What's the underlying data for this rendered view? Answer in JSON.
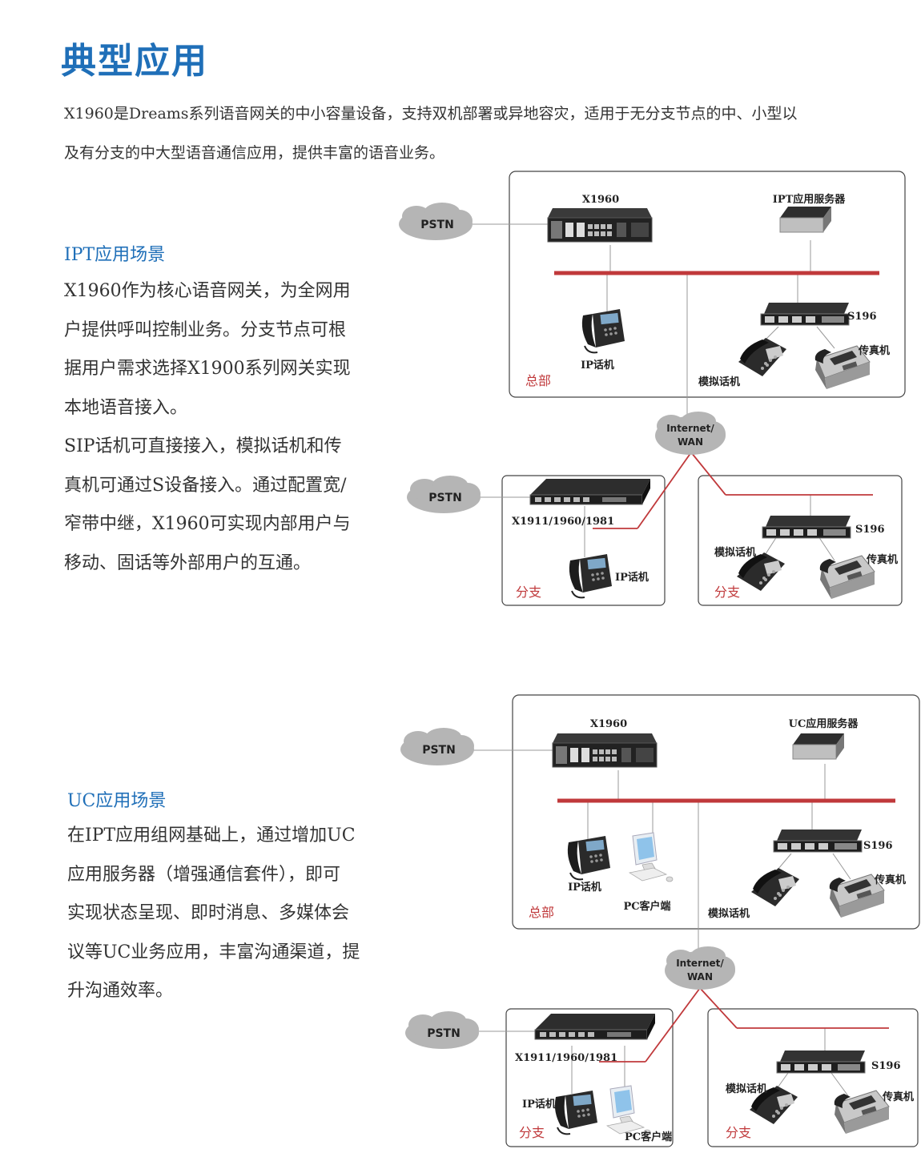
{
  "page": {
    "title": "典型应用",
    "intro_lines": [
      "X1960是Dreams系列语音网关的中小容量设备，支持双机部署或异地容灾，适用于无分支节点的中、小型以",
      "及有分支的中大型语音通信应用，提供丰富的语音业务。"
    ]
  },
  "ipt": {
    "title": "IPT应用场景",
    "lines": [
      "X1960作为核心语音网关，为全网用",
      "户提供呼叫控制业务。分支节点可根",
      "据用户需求选择X1900系列网关实现",
      "本地语音接入。",
      "SIP话机可直接接入，模拟话机和传",
      "真机可通过S设备接入。通过配置宽/",
      "窄带中继，X1960可实现内部用户与",
      "移动、固话等外部用户的互通。"
    ]
  },
  "uc": {
    "title": "UC应用场景",
    "lines": [
      "在IPT应用组网基础上，通过增加UC",
      "应用服务器（增强通信套件），即可",
      "实现状态呈现、即时消息、多媒体会",
      "议等UC业务应用，丰富沟通渠道，提",
      "升沟通效率。"
    ]
  },
  "diagram1": {
    "pstn": "PSTN",
    "gateway": "X1960",
    "server": "IPT应用服务器",
    "ip_phone": "IP话机",
    "s196": "S196",
    "analog": "模拟话机",
    "fax": "传真机",
    "hq": "总部",
    "wan_line1": "Internet/",
    "wan_line2": "WAN",
    "branch_pstn": "PSTN",
    "branch_gw": "X1911/1960/1981",
    "branch_ip": "IP话机",
    "branch1": "分支",
    "branch2_s196": "S196",
    "branch2_analog": "模拟话机",
    "branch2_fax": "传真机",
    "branch2": "分支"
  },
  "diagram2": {
    "pstn": "PSTN",
    "gateway": "X1960",
    "server": "UC应用服务器",
    "ip_phone": "IP话机",
    "pc": "PC客户端",
    "s196": "S196",
    "analog": "模拟话机",
    "fax": "传真机",
    "hq": "总部",
    "wan_line1": "Internet/",
    "wan_line2": "WAN",
    "branch_pstn": "PSTN",
    "branch_gw": "X1911/1960/1981",
    "branch_ip": "IP话机",
    "branch_pc": "PC客户端",
    "branch1": "分支",
    "branch2_s196": "S196",
    "branch2_analog": "模拟话机",
    "branch2_fax": "传真机",
    "branch2": "分支"
  }
}
